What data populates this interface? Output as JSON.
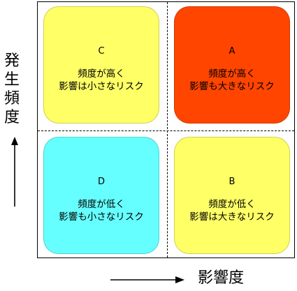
{
  "colors": {
    "high_risk": "#FF4500",
    "medium_risk": "#FFFF66",
    "low_risk": "#66FFFF",
    "border": "#000000"
  },
  "y_axis": {
    "label_chars": [
      "発",
      "生",
      "頻",
      "度"
    ]
  },
  "x_axis": {
    "label": "影響度"
  },
  "quadrants": {
    "c": {
      "code": "C",
      "line1": "頻度が高く",
      "line2": "影響は小さなリスク"
    },
    "a": {
      "code": "A",
      "line1": "頻度が高く",
      "line2": "影響も大きなリスク"
    },
    "d": {
      "code": "D",
      "line1": "頻度が低く",
      "line2": "影響も小さなリスク"
    },
    "b": {
      "code": "B",
      "line1": "頻度が低く",
      "line2": "影響は大きなリスク"
    }
  }
}
